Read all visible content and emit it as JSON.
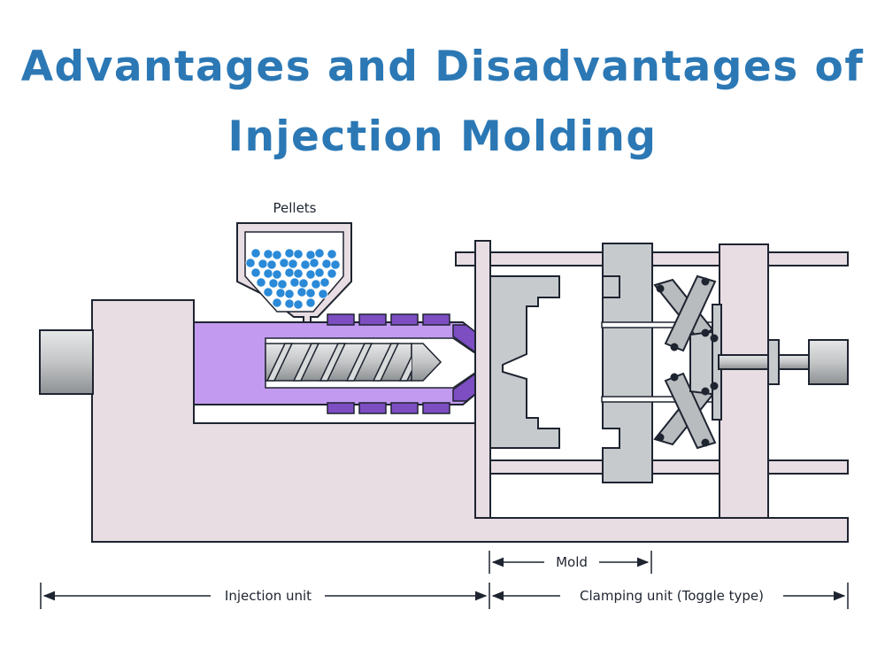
{
  "title": {
    "line1": "Advantages and Disadvantages of",
    "line2": "Injection Molding"
  },
  "diagram": {
    "labels": {
      "pellets": "Pellets",
      "mold": "Mold",
      "injection_unit": "Injection unit",
      "clamping_unit": "Clamping unit (Toggle type)"
    }
  },
  "colors": {
    "title": "#2b78b5",
    "frame": "#e8dde3",
    "outline": "#1e2430",
    "mold": "#c7cacd",
    "barrel": "#c29bf0",
    "heater": "#7d4ec2",
    "pellet": "#2a8ad8",
    "screw": "#b9bcbf"
  }
}
